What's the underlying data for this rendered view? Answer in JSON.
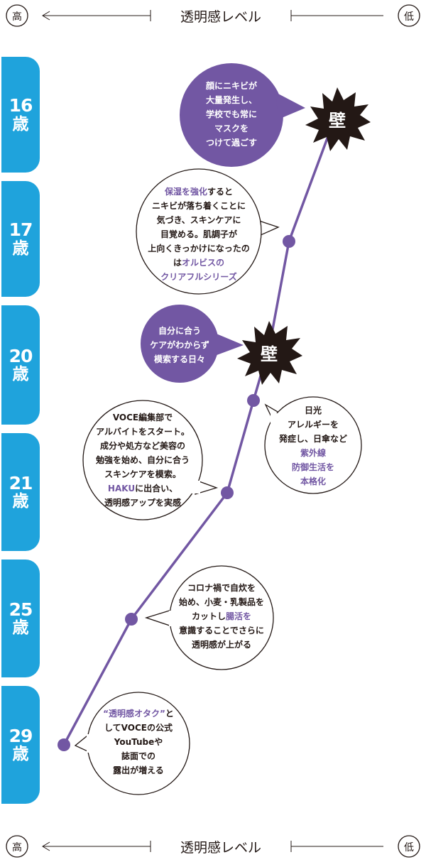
{
  "scale": {
    "high": "高",
    "low": "低",
    "label": "透明感レベル"
  },
  "ages": [
    {
      "num": "16",
      "unit": "歳"
    },
    {
      "num": "17",
      "unit": "歳"
    },
    {
      "num": "20",
      "unit": "歳"
    },
    {
      "num": "21",
      "unit": "歳"
    },
    {
      "num": "25",
      "unit": "歳"
    },
    {
      "num": "29",
      "unit": "歳"
    }
  ],
  "walls": [
    "壁",
    "壁"
  ],
  "bubbles": {
    "b16": [
      "顔にニキビが",
      "大量発生し、",
      "学校でも常に",
      "マスクを",
      "つけて過ごす"
    ],
    "b17": {
      "l1_hl": "保湿を強化",
      "l1_rest": "すると",
      "l2": "ニキビが落ち着くことに",
      "l3": "気づき、スキンケアに",
      "l4": "目覚める。肌調子が",
      "l5": "上向くきっかけになったの",
      "l6_pre": "は",
      "l6_hl": "オルビスの",
      "l7_hl": "クリアフルシリーズ"
    },
    "b20": [
      "自分に合う",
      "ケアがわからず",
      "模索する日々"
    ],
    "b20r": {
      "l1": "日光",
      "l2": "アレルギーを",
      "l3": "発症し、日傘など",
      "l4_hl": "紫外線",
      "l5_hl": "防御生活を",
      "l6_hl": "本格化"
    },
    "b21": {
      "l1": "VOCE編集部で",
      "l2": "アルバイトをスタート。",
      "l3": "成分や処方など美容の",
      "l4": "勉強を始め、自分に合う",
      "l5": "スキンケアを模索。",
      "l6_hl": "HAKU",
      "l6_rest": "に出合い、",
      "l7": "透明感アップを実感"
    },
    "b25": {
      "l1": "コロナ禍で自炊を",
      "l2": "始め、小麦・乳製品を",
      "l3_pre": "カットし",
      "l3_hl": "腸活を",
      "l4": "意識することでさらに",
      "l5": "透明感が上がる"
    },
    "b29": {
      "l1_hl": "“透明感オタク”",
      "l1_rest": "と",
      "l2": "してVOCEの公式",
      "l3": "YouTubeや",
      "l4": "誌面での",
      "l5": "露出が増える"
    }
  },
  "chart_data": {
    "type": "line",
    "x_axis_label": "透明感レベル",
    "x_axis_ends": [
      "高",
      "低"
    ],
    "categories": [
      "16歳",
      "17歳",
      "20歳",
      "21歳",
      "25歳",
      "29歳"
    ],
    "points_order_bottom_to_top": [
      "29歳",
      "25歳",
      "21歳",
      "20歳",
      "17歳",
      "16歳"
    ],
    "annotations": [
      "壁",
      "壁"
    ],
    "colors": {
      "line": "#7257a3",
      "age_tab": "#1fa3dc",
      "wall": "#231815"
    }
  }
}
